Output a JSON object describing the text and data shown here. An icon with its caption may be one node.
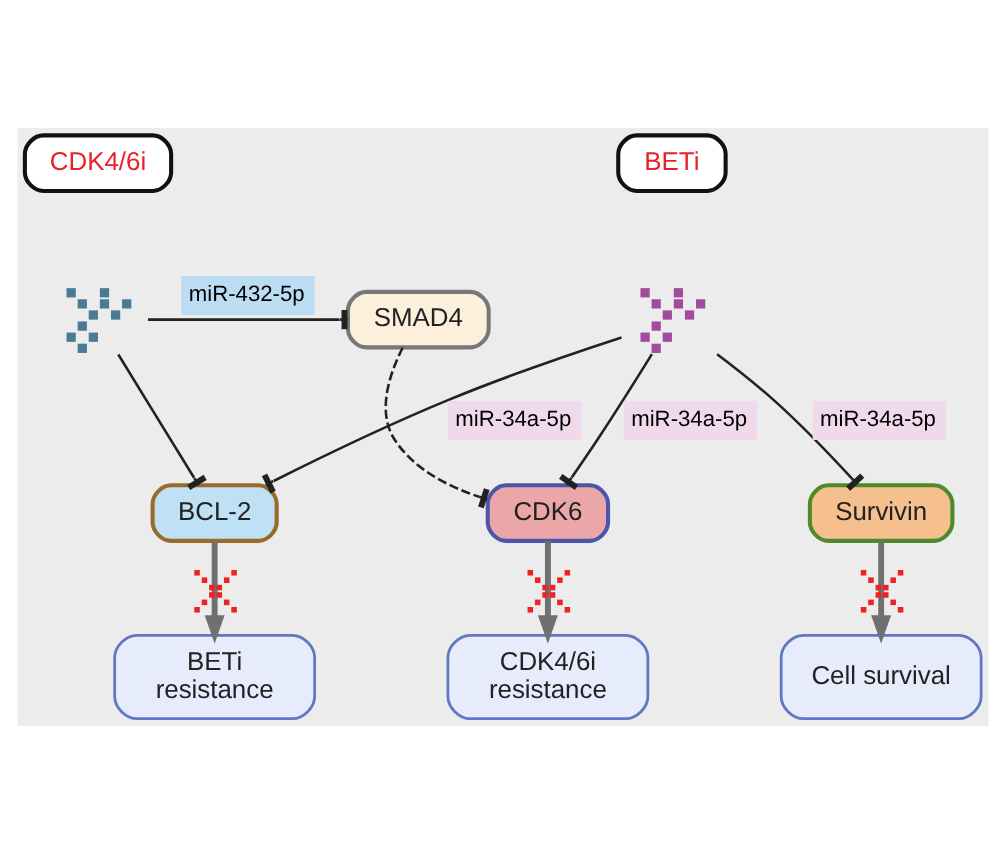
{
  "diagram": {
    "nodes": [
      {
        "text": [
          "CDK4/6i"
        ]
      },
      {
        "text": [],
        "shape": "picture"
      },
      {
        "text": [
          "SMAD4"
        ]
      },
      {
        "text": [
          "BETi"
        ]
      },
      {
        "text": [],
        "shape": "picture"
      },
      {
        "text": [
          "BCL-2"
        ]
      },
      {
        "text": [
          "CDK6"
        ]
      },
      {
        "text": [
          "Survivin"
        ]
      },
      {
        "text": [
          "BETi resistance"
        ]
      },
      {
        "text": [
          "CDK4/6i resistance"
        ]
      },
      {
        "text": [
          "Cell survival"
        ]
      }
    ],
    "edges": [
      {
        "from": 1,
        "to": 2,
        "arrow": "other",
        "label": "miR-432-5p"
      },
      {
        "from": 1,
        "to": 5,
        "arrow": "other"
      },
      {
        "from": 2,
        "to": 6,
        "arrow": "other",
        "style": "dashed"
      },
      {
        "from": 4,
        "to": 5,
        "arrow": "other",
        "label": "miR-34a-5p"
      },
      {
        "from": 4,
        "to": 6,
        "arrow": "other",
        "label": "miR-34a-5p"
      },
      {
        "from": 4,
        "to": 7,
        "arrow": "other",
        "label": "miR-34a-5p"
      },
      {
        "from": 5,
        "to": 8,
        "arrow": "to",
        "style": "thick",
        "color": "#707070"
      },
      {
        "from": 6,
        "to": 9,
        "arrow": "to",
        "style": "thick",
        "color": "#707070"
      },
      {
        "from": 7,
        "to": 10,
        "arrow": "to",
        "style": "thick",
        "color": "#707070"
      }
    ]
  }
}
